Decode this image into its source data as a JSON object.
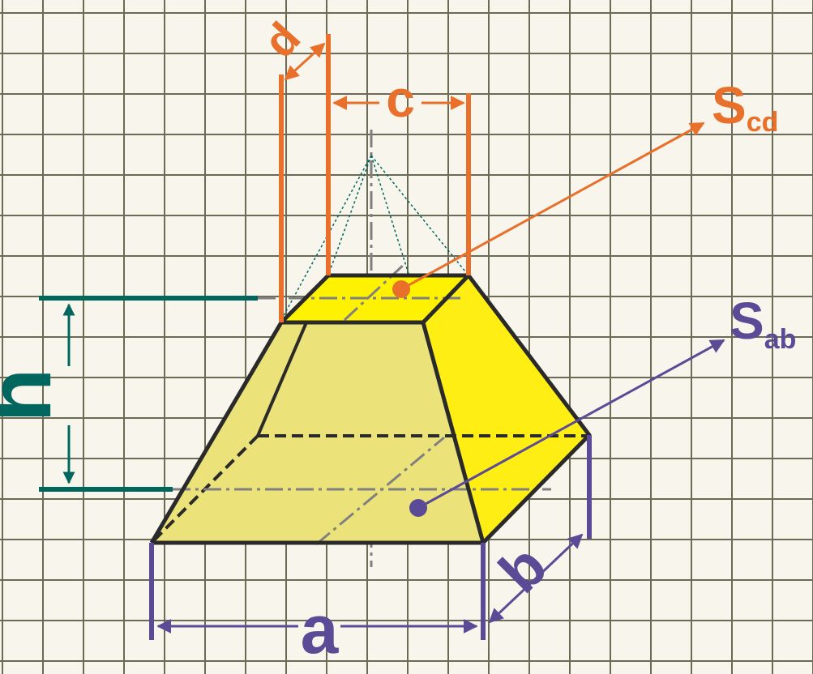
{
  "labels": {
    "a": "a",
    "b": "b",
    "c": "c",
    "d": "d",
    "h": "h",
    "s_ab_main": "S",
    "s_ab_sub": "ab",
    "s_cd_main": "S",
    "s_cd_sub": "cd"
  },
  "colors": {
    "background": "#f7f5ec",
    "grid": "#6b6b55",
    "orange": "#e8702a",
    "purple": "#5b4b96",
    "teal": "#00665e",
    "face_front": "#ece27a",
    "face_right": "#ffee14",
    "face_top": "#fff200",
    "edge": "#2a2a2a",
    "axis": "#808080"
  }
}
